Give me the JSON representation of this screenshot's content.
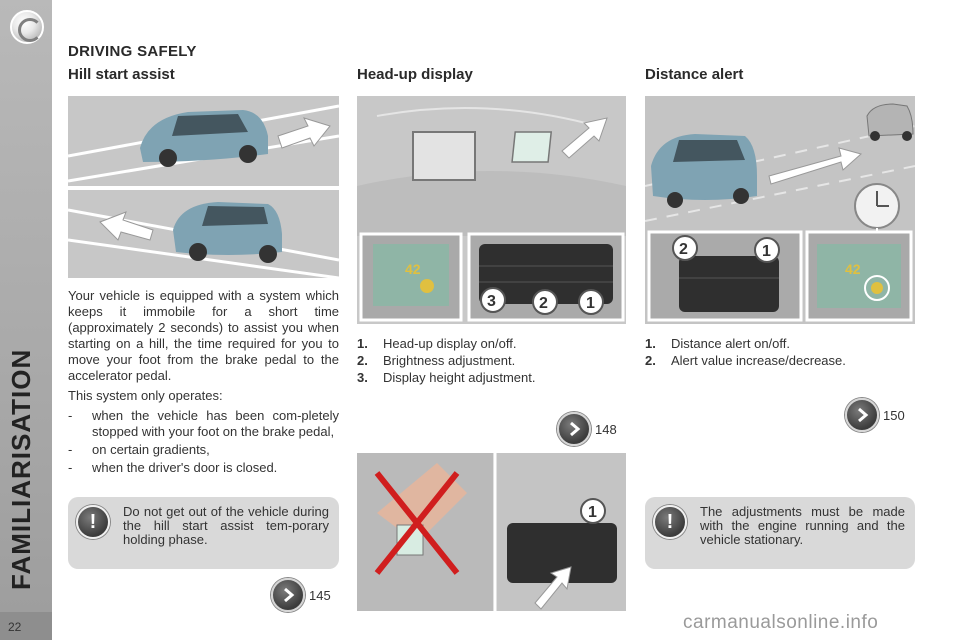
{
  "sidebar": {
    "title": "FAMILIARISATION",
    "page_number": "22"
  },
  "section_title": "DRIVING SAFELY",
  "hill_start": {
    "title": "Hill start assist",
    "paragraph": "Your vehicle is equipped with a system which keeps it immobile for a short time (approximately 2 seconds) to assist you when starting on a hill, the time required for you to move your foot from the brake pedal to the accelerator pedal.",
    "conditions_intro": "This system only operates:",
    "bullets": [
      "when the vehicle has been com-pletely stopped with your foot on the brake pedal,",
      "on certain gradients,",
      "when the driver's door is closed."
    ],
    "bullet_dash": "-",
    "warning": "Do not get out of the vehicle during the hill start assist tem-porary holding phase.",
    "page_ref": "145"
  },
  "head_up": {
    "title": "Head-up display",
    "items": [
      {
        "num": "1.",
        "text": "Head-up display on/off."
      },
      {
        "num": "2.",
        "text": "Brightness adjustment."
      },
      {
        "num": "3.",
        "text": "Display height adjustment."
      }
    ],
    "page_ref": "148",
    "callouts": [
      "3",
      "2",
      "1"
    ],
    "callout_bottom": "1",
    "screen_value": "42"
  },
  "distance_alert": {
    "title": "Distance alert",
    "items": [
      {
        "num": "1.",
        "text": "Distance alert on/off."
      },
      {
        "num": "2.",
        "text": "Alert value increase/decrease."
      }
    ],
    "page_ref": "150",
    "warning": "The adjustments must be made with the engine running and the vehicle stationary.",
    "callouts": [
      "2",
      "1"
    ],
    "screen_value": "42"
  },
  "warning_symbol": "!",
  "watermark": "carmanualsonline.info"
}
